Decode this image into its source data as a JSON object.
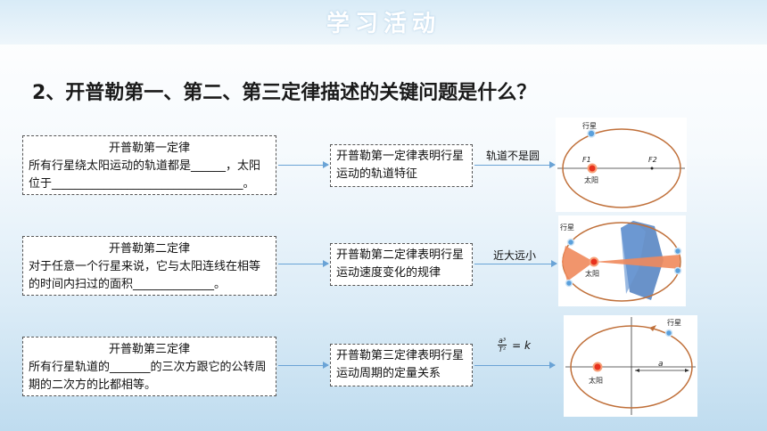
{
  "header": {
    "title": "学习活动"
  },
  "question": "2、开普勒第一、第二、第三定律描述的关键问题是什么？",
  "rows": [
    {
      "law_title": "开普勒第一定律",
      "law_text": "所有行星绕太阳运动的轨道都是______，太阳位于_________________________________。",
      "meaning": "开普勒第一定律表明行星运动的轨道特征",
      "label": "轨道不是圆"
    },
    {
      "law_title": "开普勒第二定律",
      "law_text": "对于任意一个行星来说，它与太阳连线在相等的时间内扫过的面积______________。",
      "meaning": "开普勒第二定律表明行星运动速度变化的规律",
      "label": "近大远小"
    },
    {
      "law_title": "开普勒第三定律",
      "law_text": "所有行星轨道的_______的三次方跟它的公转周期的二次方的比都相等。",
      "meaning": "开普勒第三定律表明行星运动周期的定量关系",
      "label_num": "a³",
      "label_den": "T²",
      "label_rhs": "= k"
    }
  ],
  "diagrams": {
    "planet": "行星",
    "sun": "太阳",
    "f1": "F1",
    "f2": "F2",
    "a": "a"
  },
  "colors": {
    "arrow": "#6aa3d6",
    "orbit": "#c0703a",
    "sun": "#e8321e",
    "planet": "#5aa0dc"
  }
}
